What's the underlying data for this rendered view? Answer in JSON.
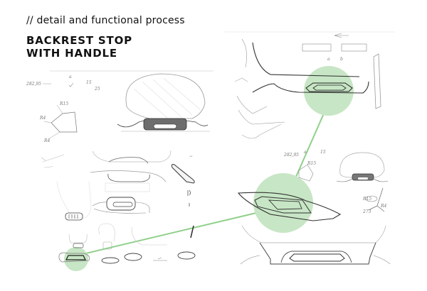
{
  "header": {
    "subtitle": "// detail and functional process",
    "title_line1": "BACKREST STOP",
    "title_line2": "WITH HANDLE"
  },
  "annotations": {
    "dimension_left": "282,95",
    "radius_top": "R15",
    "radius_mid": "R4",
    "radius_bottom": "R4",
    "mark_a": "15",
    "mark_b": "25",
    "dimension_right": "282,95",
    "right_label_1": "R15",
    "right_label_2": "R4",
    "right_note": "273"
  },
  "colors": {
    "highlight_fill": "#c7e6c5",
    "highlight_line": "#8fd08a",
    "sketch_stroke": "#555555",
    "sketch_light": "#b5b5b5"
  }
}
